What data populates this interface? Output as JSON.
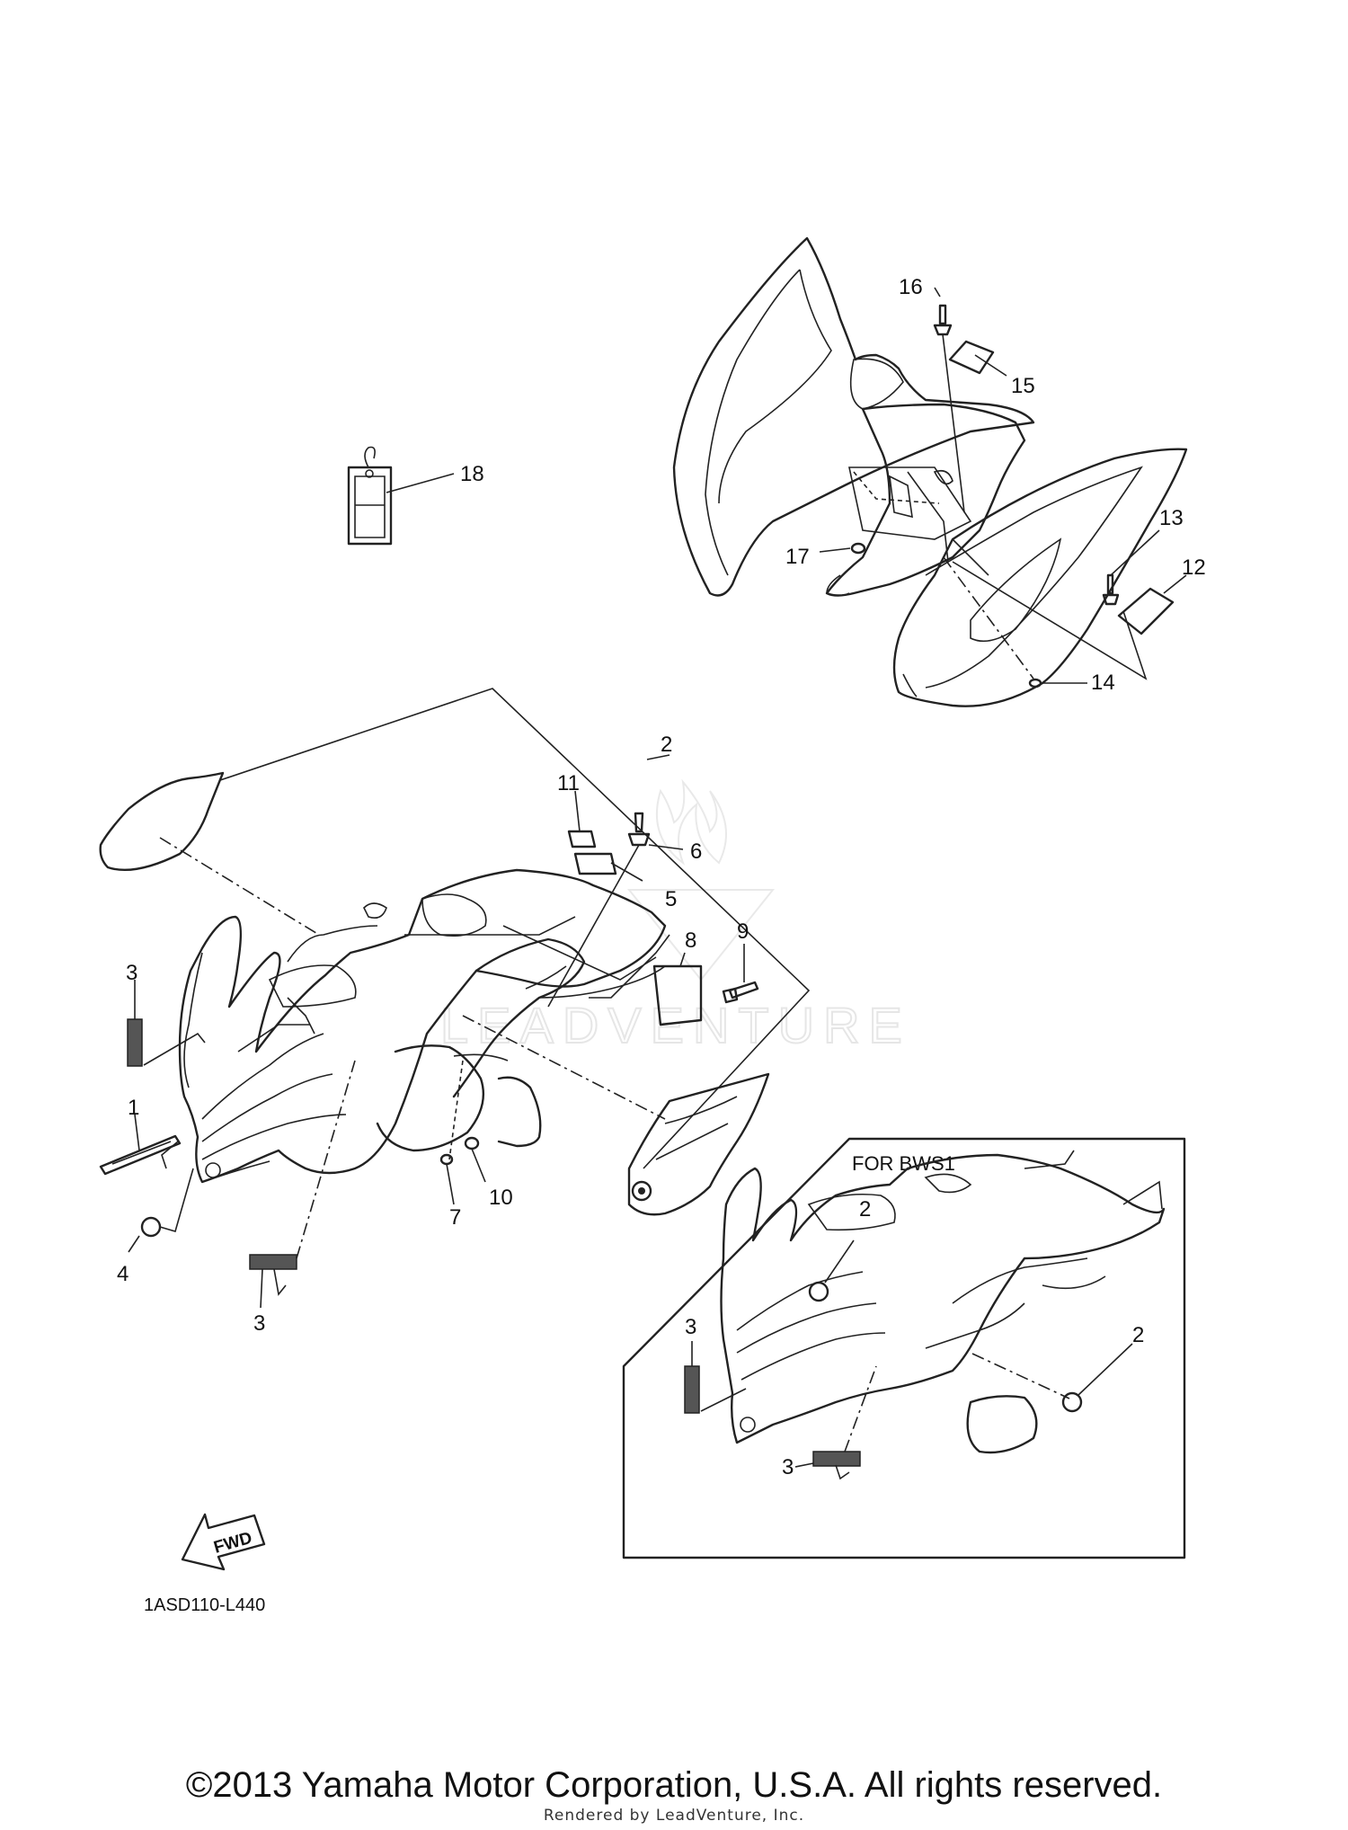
{
  "diagram": {
    "callouts": [
      "1",
      "2",
      "3",
      "4",
      "5",
      "6",
      "7",
      "8",
      "9",
      "10",
      "11",
      "12",
      "13",
      "14",
      "15",
      "16",
      "17",
      "18"
    ],
    "inset_title": "FOR BWS1",
    "fwd_label": "FWD",
    "diagram_code": "1ASD110-L440",
    "watermark": "LEADVENTURE"
  },
  "footer": {
    "copyright": "©2013 Yamaha Motor Corporation, U.S.A. All rights reserved.",
    "rendered_by": "Rendered by LeadVenture, Inc."
  }
}
